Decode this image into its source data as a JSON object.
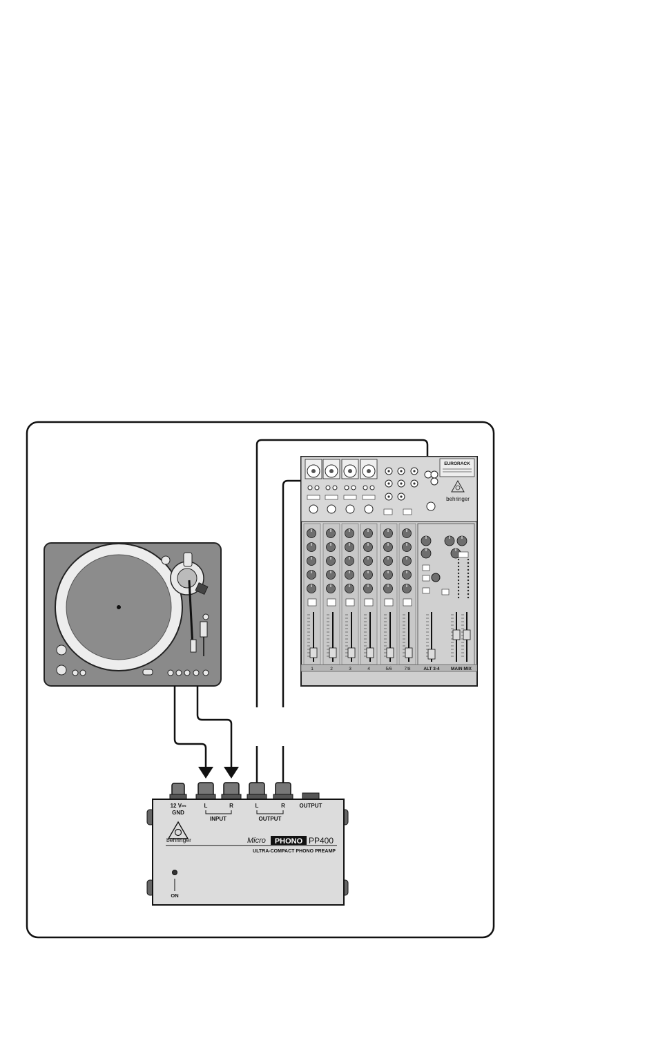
{
  "preamp": {
    "power_label": "12 V⎓",
    "gnd_label": "GND",
    "input_l": "L",
    "input_r": "R",
    "input_group": "INPUT",
    "output_l": "L",
    "output_r": "R",
    "output_group": "OUTPUT",
    "output_jack": "OUTPUT",
    "brand": "behringer",
    "model_micro": "Micro",
    "model_phono": "PHONO",
    "model_number": "PP400",
    "subtitle": "ULTRA-COMPACT PHONO PREAMP",
    "on_label": "ON"
  },
  "mixer": {
    "brand_name": "EURORACK",
    "brand": "behringer",
    "channel_numbers": [
      "1",
      "2",
      "3",
      "4",
      "5/6",
      "7/8"
    ],
    "alt_label": "ALT 3-4",
    "main_mix_label": "MAIN MIX"
  }
}
